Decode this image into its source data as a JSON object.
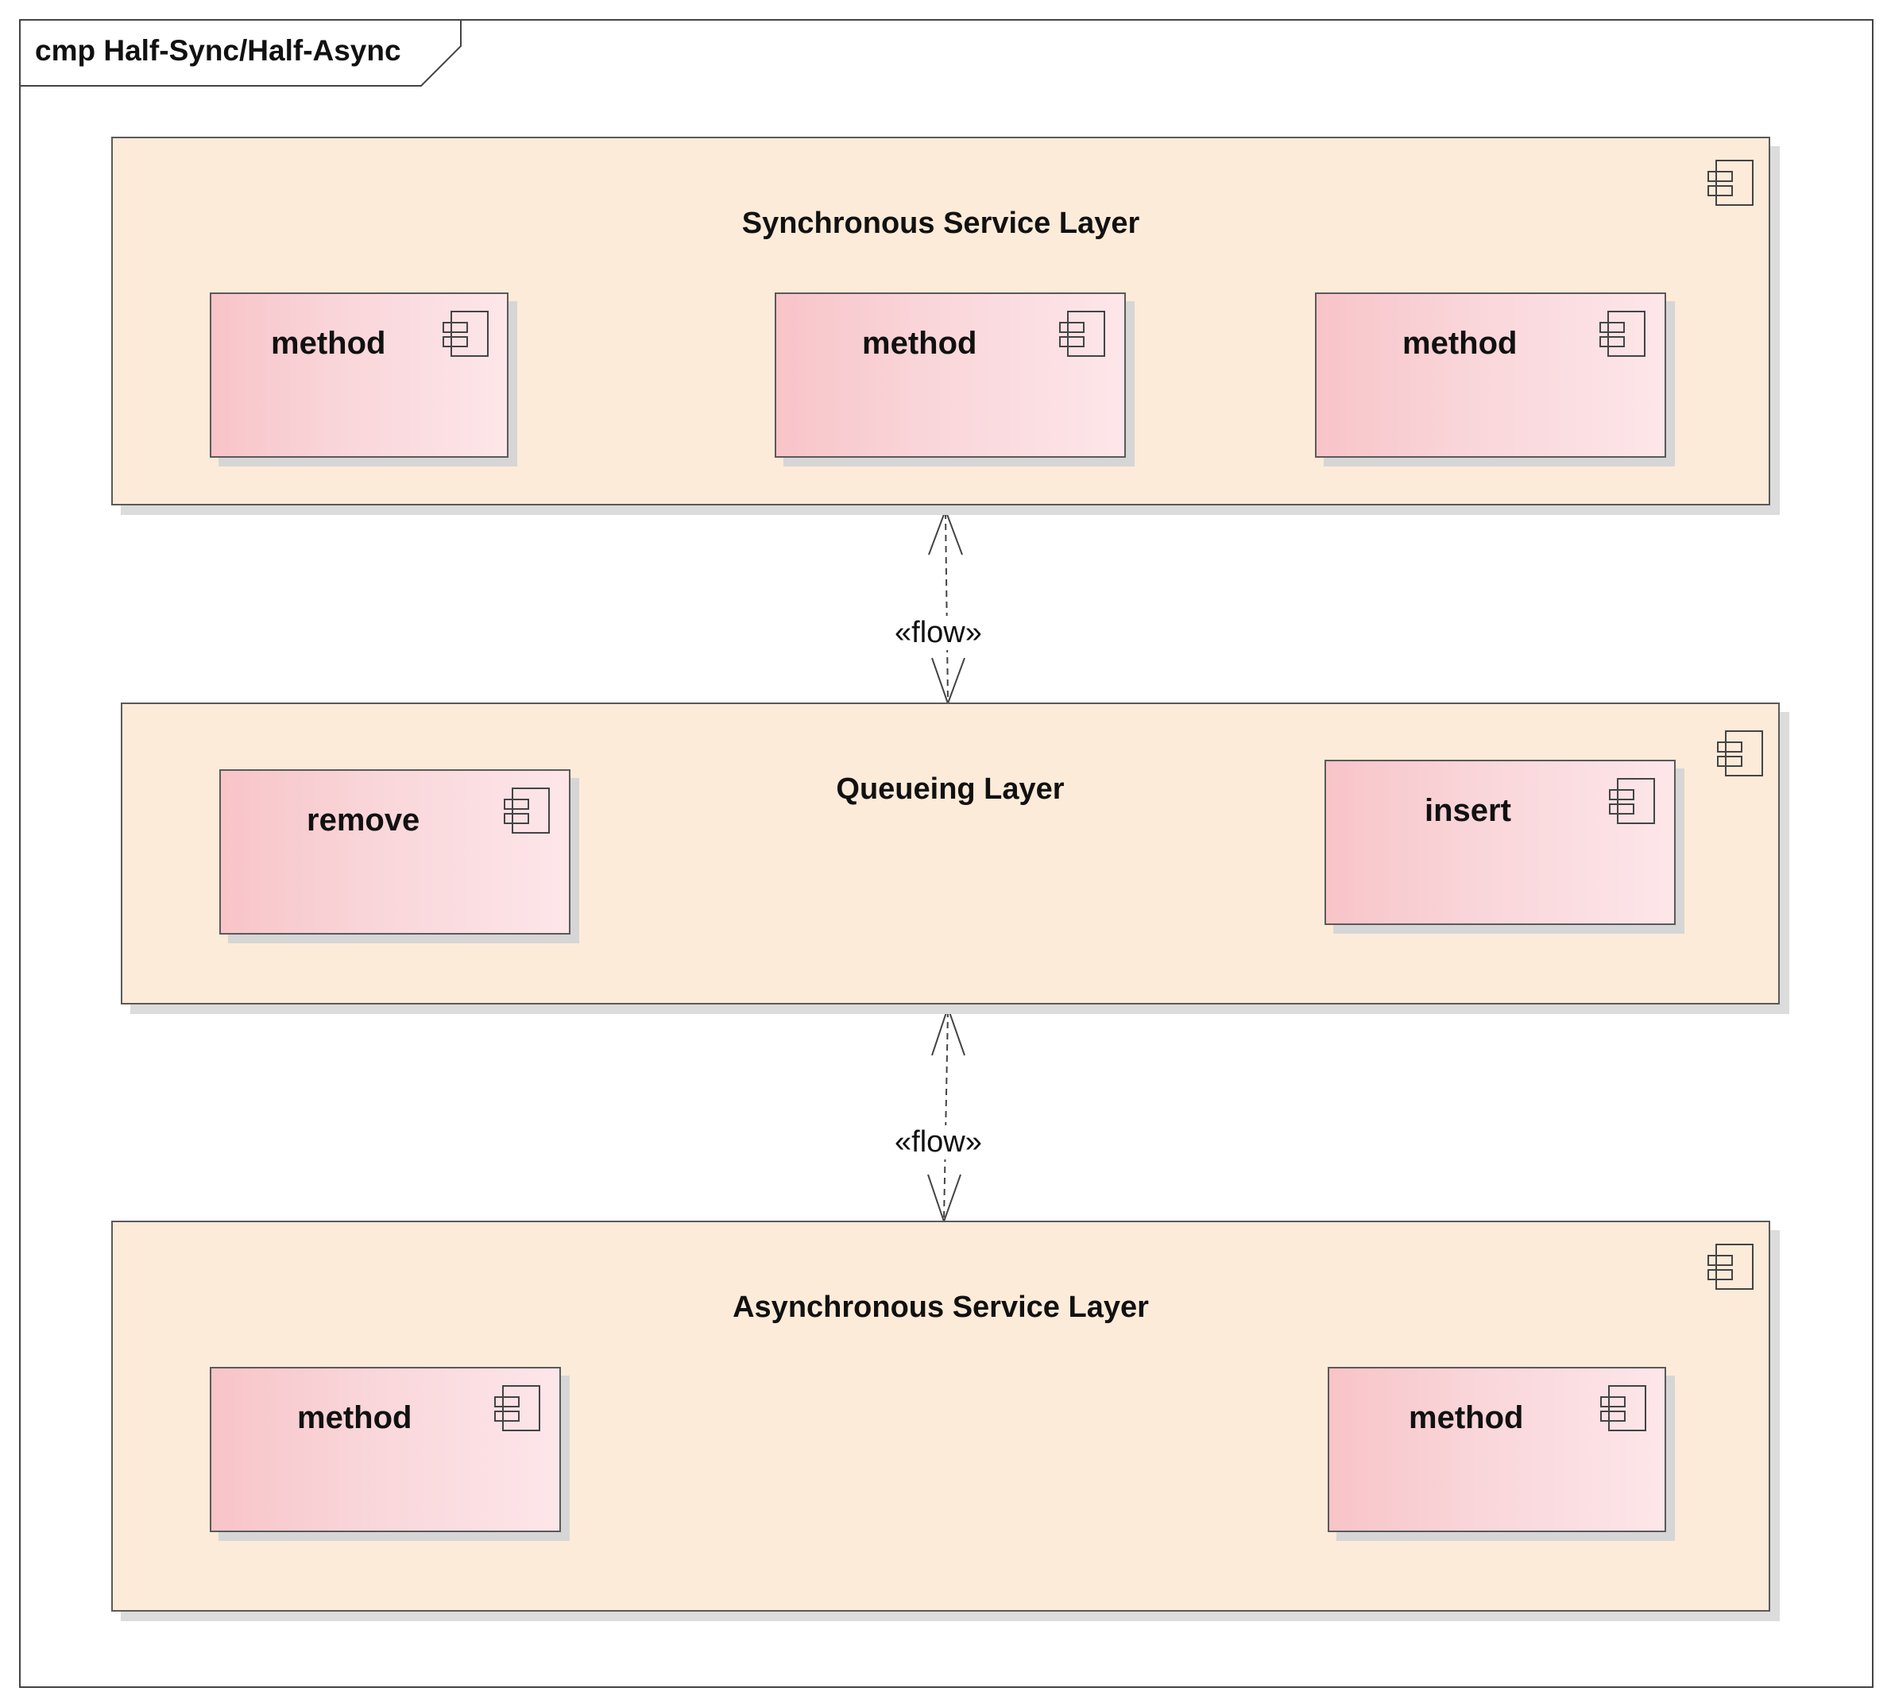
{
  "frame": {
    "title": "cmp Half-Sync/Half-Async"
  },
  "layers": {
    "sync": {
      "title": "Synchronous Service Layer",
      "components": [
        "method",
        "method",
        "method"
      ]
    },
    "queue": {
      "title": "Queueing Layer",
      "components": [
        "remove",
        "insert"
      ]
    },
    "async": {
      "title": "Asynchronous Service Layer",
      "components": [
        "method",
        "method"
      ]
    }
  },
  "connectors": [
    {
      "label": "«flow»",
      "from": "queue",
      "to": "sync"
    },
    {
      "label": "«flow»",
      "from": "async",
      "to": "queue"
    }
  ],
  "icons": {
    "component": "component-icon"
  },
  "colors": {
    "layer_fill": "#fdebd9",
    "component_fill_left": "#f8c4c8",
    "component_fill_right": "#fde6e9",
    "border": "#5a5a5a"
  }
}
